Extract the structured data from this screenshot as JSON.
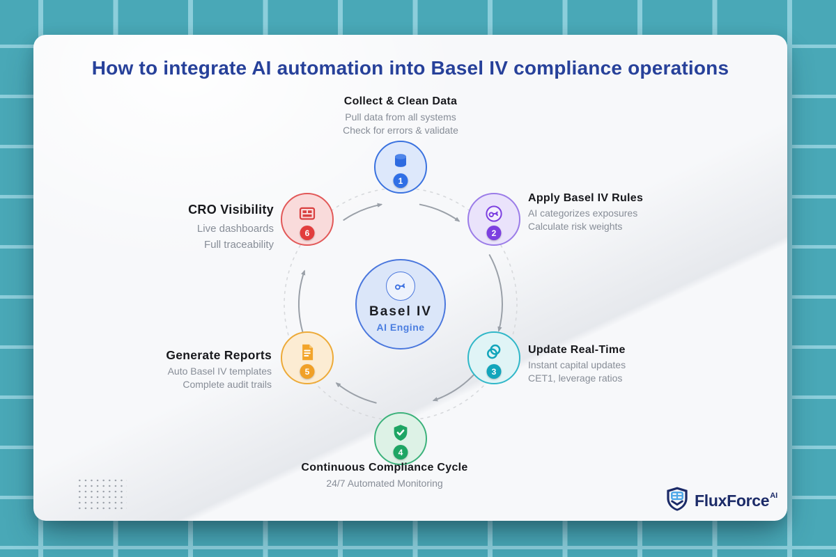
{
  "page": {
    "title": "How to integrate AI automation into Basel IV compliance operations"
  },
  "center": {
    "title": "Basel IV",
    "subtitle": "AI Engine",
    "icon": "automation-key-icon"
  },
  "steps": [
    {
      "num": "1",
      "title": "Collect & Clean Data",
      "lines": [
        "Pull data from all systems",
        "Check for errors & validate"
      ],
      "icon": "database-icon",
      "accent": "#2f6fe6"
    },
    {
      "num": "2",
      "title": "Apply Basel IV Rules",
      "lines": [
        "AI categorizes exposures",
        "Calculate risk weights"
      ],
      "icon": "rules-engine-icon",
      "accent": "#7c3fe0"
    },
    {
      "num": "3",
      "title": "Update Real-Time",
      "lines": [
        "Instant capital updates",
        "CET1, leverage ratios"
      ],
      "icon": "sync-rings-icon",
      "accent": "#12a5bb"
    },
    {
      "num": "4",
      "title": "Continuous Compliance Cycle",
      "lines": [
        "24/7 Automated Monitoring"
      ],
      "icon": "shield-check-icon",
      "accent": "#1ea564"
    },
    {
      "num": "5",
      "title": "Generate Reports",
      "lines": [
        "Auto Basel IV templates",
        "Complete audit trails"
      ],
      "icon": "report-document-icon",
      "accent": "#f0a028"
    },
    {
      "num": "6",
      "title": "CRO Visibility",
      "lines": [
        "Live dashboards",
        "Full traceability"
      ],
      "icon": "dashboard-icon",
      "accent": "#e23d3d"
    }
  ],
  "brand": {
    "name": "FluxForce",
    "suffix": "AI"
  },
  "colors": {
    "background": "#49a8b7",
    "grid_line": "#8ccedb",
    "card": "#f7f8fa",
    "title": "#27419a",
    "arrow": "#9aa0a8",
    "dashed_ring": "#d7d9dc",
    "subtitle_text": "#878d97"
  }
}
